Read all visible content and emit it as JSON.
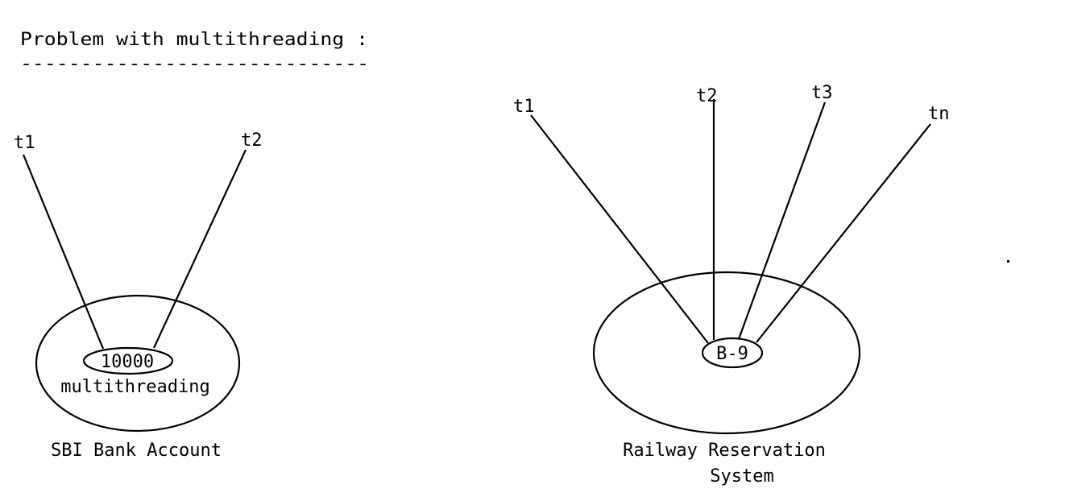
{
  "heading": {
    "title": "Problem with multithreading :",
    "underline": "-----------------------------"
  },
  "bank_diagram": {
    "threads": [
      "t1",
      "t2"
    ],
    "resource_value": "10000",
    "inner_label": "multithreading",
    "caption": "SBI Bank Account"
  },
  "railway_diagram": {
    "threads": [
      "t1",
      "t2",
      "t3",
      "tn"
    ],
    "resource_value": "B-9",
    "caption_line1": "Railway Reservation",
    "caption_line2": "System"
  },
  "colors": {
    "background": "#ffffff",
    "ink": "#000000"
  }
}
